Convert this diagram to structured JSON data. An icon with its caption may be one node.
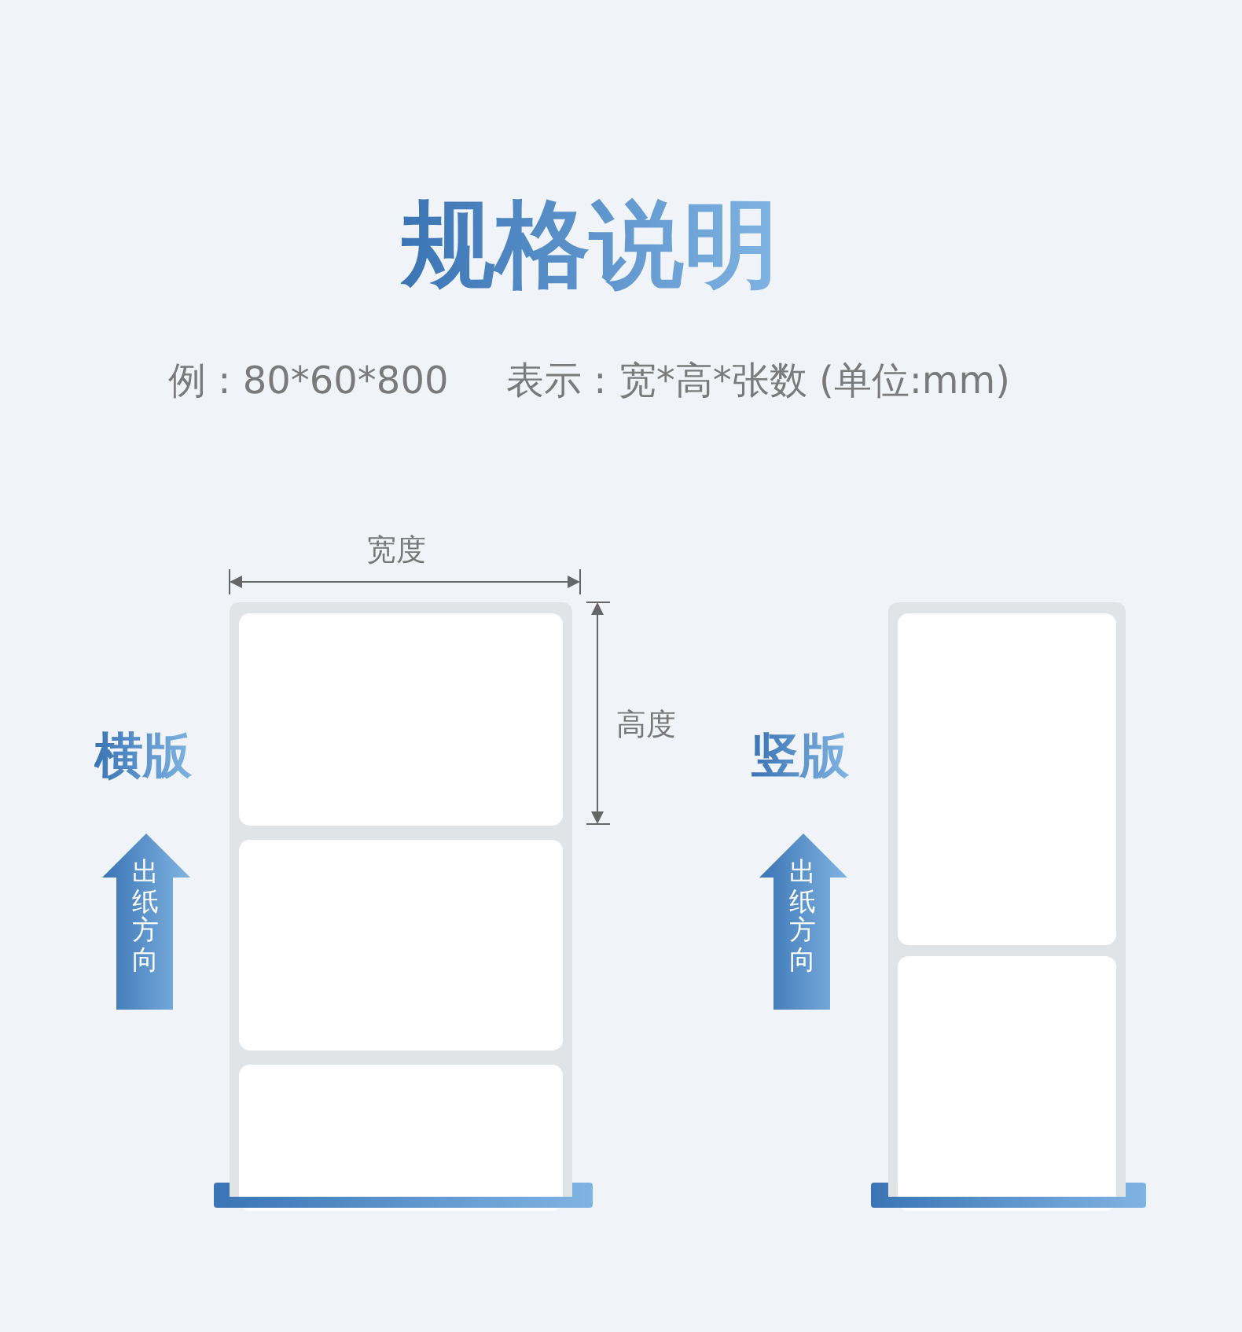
{
  "diagram": {
    "title": "规格说明",
    "nodes": [
      {
        "text": [
          "出纸方向"
        ]
      },
      {
        "text": [
          "出纸方向"
        ]
      }
    ],
    "labels": [
      "例 : 80*60*800",
      "表示 : 宽*高*张数 (单位:mm)",
      "宽度",
      "横版",
      "高度",
      "竖版"
    ]
  }
}
